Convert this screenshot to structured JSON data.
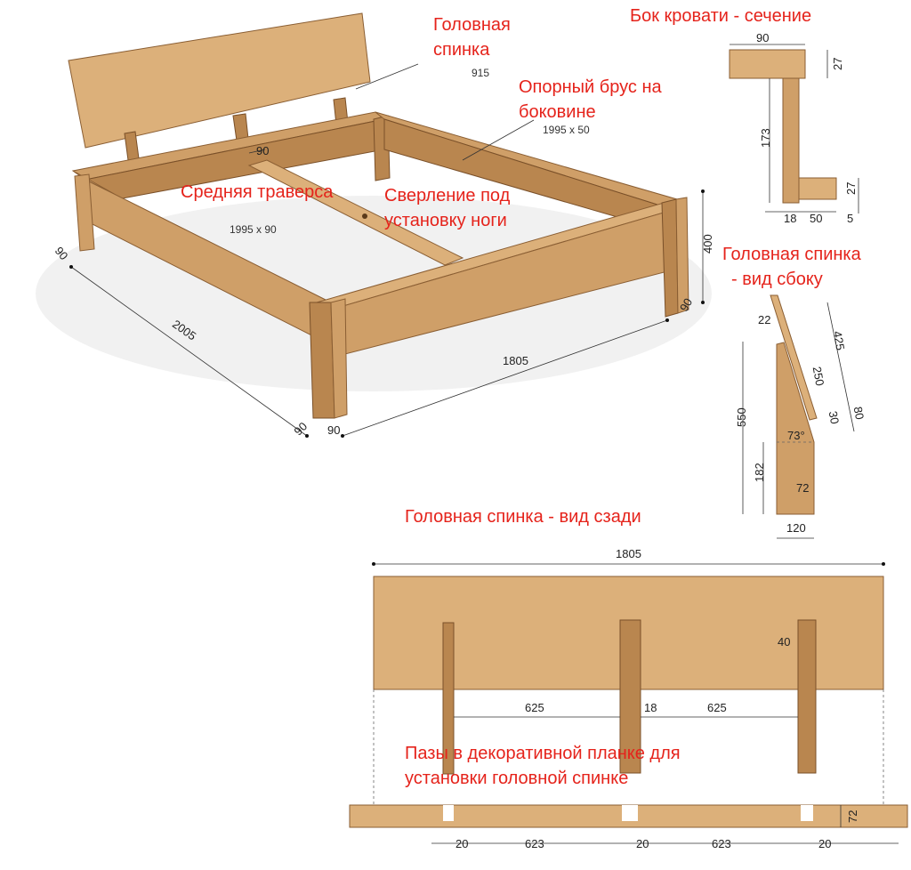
{
  "colors": {
    "label": "#e5231b",
    "wood": "#cf9f68"
  },
  "labels": {
    "headboard": [
      "Головная",
      "спинка"
    ],
    "headboard_width": "915",
    "support_bar": [
      "Опорный брус на",
      "боковине"
    ],
    "support_bar_size": "1995 x 50",
    "side_section": "Бок кровати - сечение",
    "middle_traverse": "Средняя траверса",
    "middle_traverse_size": "1995 x 90",
    "drilling": [
      "Сверление под",
      "установку ноги"
    ],
    "headboard_side": [
      "Головная спинка",
      "- вид сбоку"
    ],
    "headboard_back": "Головная спинка - вид сзади",
    "slots": [
      "Пазы в декоративной планке для",
      "установки головной спинке"
    ]
  },
  "bed_dims": {
    "traverse_width": "90",
    "leg_left": "90",
    "length": "2005",
    "width": "1805",
    "height": "400",
    "leg_right": "90",
    "leg_front_a": "90",
    "leg_front_b": "90"
  },
  "section_dims": {
    "top_width": "90",
    "top_height": "27",
    "side_height": "173",
    "bottom_height": "27",
    "thickness": "18",
    "ledge_width": "50",
    "gap": "5"
  },
  "side_view_dims": {
    "panel_thickness": "22",
    "panel_length": "425",
    "upper": "250",
    "offset": "30",
    "bottom": "80",
    "angle": "73°",
    "height": "550",
    "lower": "182",
    "post_inner": "72",
    "post_width": "120"
  },
  "back_view_dims": {
    "total": "1805",
    "span_left": "625",
    "post": "18",
    "span_right": "625",
    "slot": "40"
  },
  "plank_dims": {
    "edge_left": "20",
    "span_left": "623",
    "mid": "20",
    "span_right": "623",
    "edge_right": "20",
    "height": "72"
  }
}
